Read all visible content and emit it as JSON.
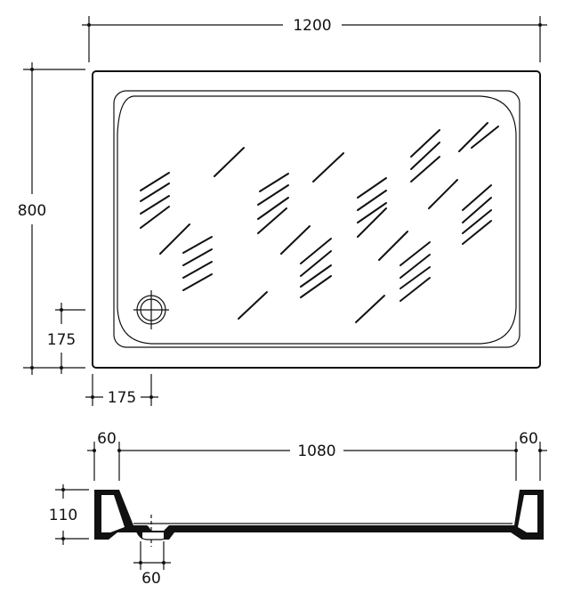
{
  "dimensions": {
    "width_mm": "1200",
    "depth_mm": "800",
    "drain_offset_side_mm": "175",
    "drain_offset_front_mm": "175",
    "rim_left_mm": "60",
    "inner_length_mm": "1080",
    "rim_right_mm": "60",
    "height_mm": "110",
    "drain_diameter_mm": "60"
  },
  "colors": {
    "ink": "#111111",
    "background": "#ffffff"
  }
}
